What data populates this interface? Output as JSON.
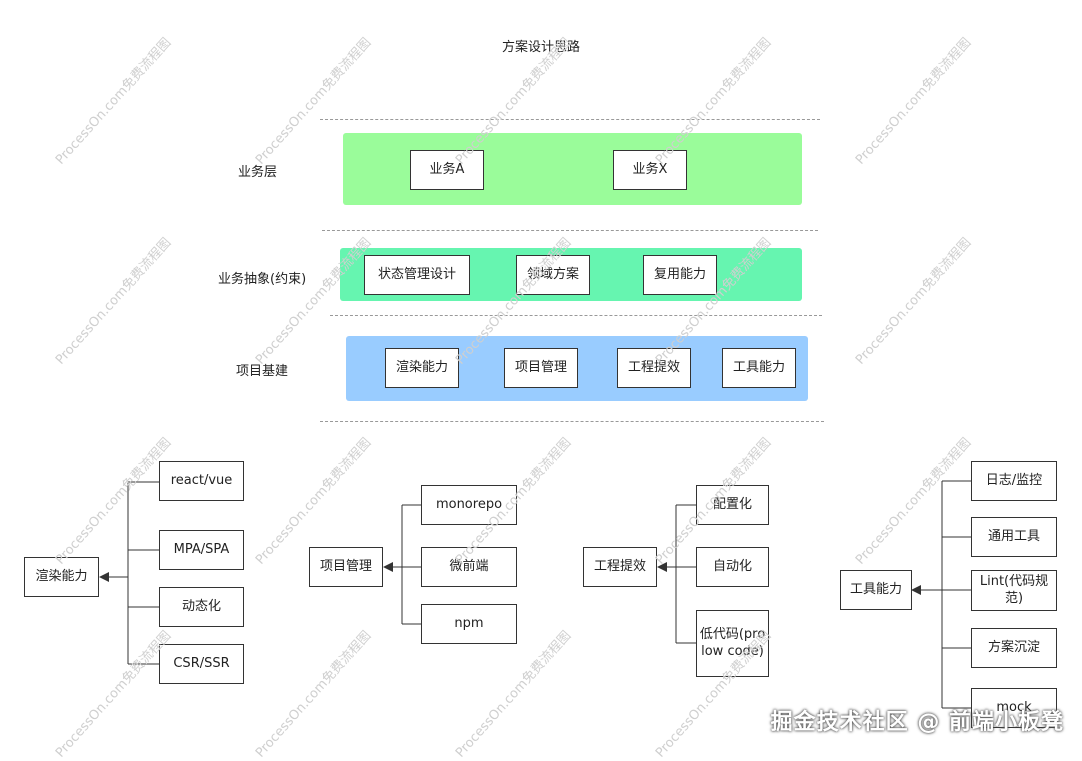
{
  "title": "方案设计思路",
  "layers": {
    "business": {
      "label": "业务层",
      "color": "#9afc9a",
      "items": [
        "业务A",
        "业务X"
      ]
    },
    "abstraction": {
      "label": "业务抽象(约束)",
      "color": "#66f5b0",
      "items": [
        "状态管理设计",
        "领域方案",
        "复用能力"
      ]
    },
    "foundation": {
      "label": "项目基建",
      "color": "#99ccff",
      "items": [
        "渲染能力",
        "项目管理",
        "工程提效",
        "工具能力"
      ]
    }
  },
  "trees": {
    "render": {
      "root": "渲染能力",
      "children": [
        "react/vue",
        "MPA/SPA",
        "动态化",
        "CSR/SSR"
      ]
    },
    "project": {
      "root": "项目管理",
      "children": [
        "monorepo",
        "微前端",
        "npm"
      ]
    },
    "engineering": {
      "root": "工程提效",
      "children": [
        "配置化",
        "自动化",
        "低代码(pro low code)"
      ]
    },
    "tools": {
      "root": "工具能力",
      "children": [
        "日志/监控",
        "通用工具",
        "Lint(代码规范)",
        "方案沉淀",
        "mock"
      ]
    }
  },
  "watermark": "ProcessOn.com免费流程图",
  "credit": "掘金技术社区 @ 前端小板凳"
}
